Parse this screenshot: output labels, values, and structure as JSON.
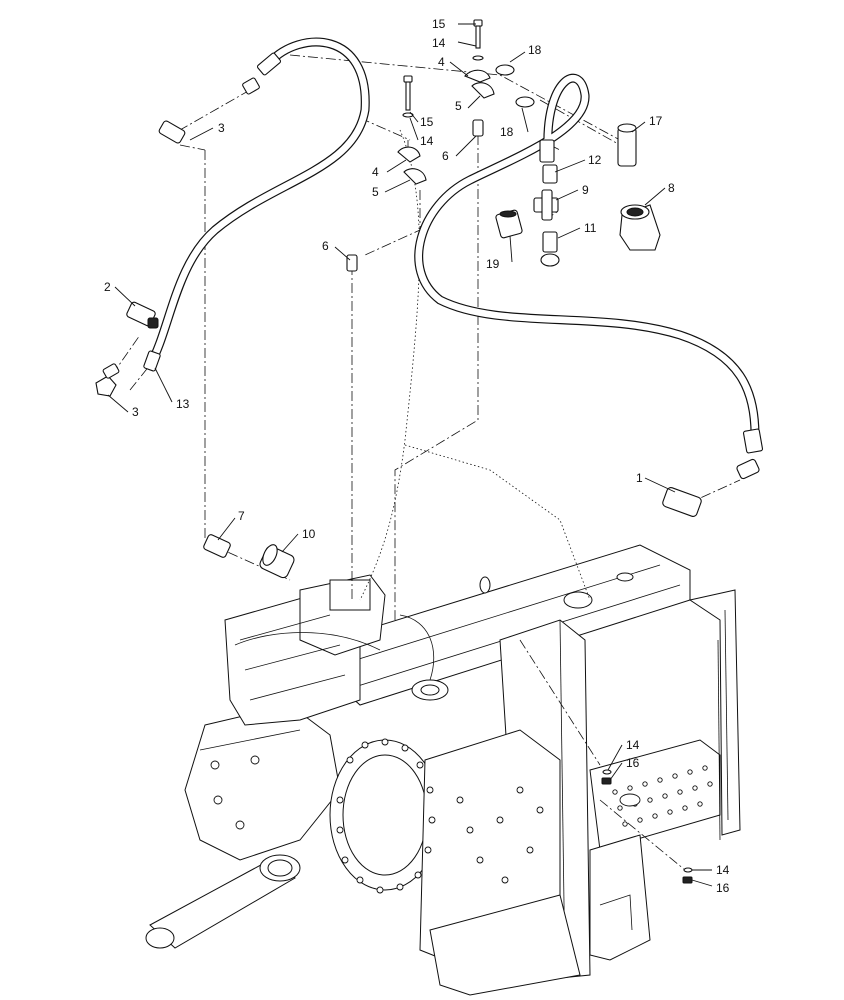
{
  "callouts": [
    {
      "id": "c15a",
      "label": "15"
    },
    {
      "id": "c14a",
      "label": "14"
    },
    {
      "id": "c18a",
      "label": "18"
    },
    {
      "id": "c4a",
      "label": "4"
    },
    {
      "id": "c5a",
      "label": "5"
    },
    {
      "id": "c18b",
      "label": "18"
    },
    {
      "id": "c17",
      "label": "17"
    },
    {
      "id": "c3a",
      "label": "3"
    },
    {
      "id": "c15b",
      "label": "15"
    },
    {
      "id": "c14b",
      "label": "14"
    },
    {
      "id": "c6a",
      "label": "6"
    },
    {
      "id": "c12",
      "label": "12"
    },
    {
      "id": "c4b",
      "label": "4"
    },
    {
      "id": "c5b",
      "label": "5"
    },
    {
      "id": "c9",
      "label": "9"
    },
    {
      "id": "c8",
      "label": "8"
    },
    {
      "id": "c11",
      "label": "11"
    },
    {
      "id": "c6b",
      "label": "6"
    },
    {
      "id": "c19",
      "label": "19"
    },
    {
      "id": "c2",
      "label": "2"
    },
    {
      "id": "c3b",
      "label": "3"
    },
    {
      "id": "c13",
      "label": "13"
    },
    {
      "id": "c1",
      "label": "1"
    },
    {
      "id": "c7",
      "label": "7"
    },
    {
      "id": "c10",
      "label": "10"
    },
    {
      "id": "c14c",
      "label": "14"
    },
    {
      "id": "c16a",
      "label": "16"
    },
    {
      "id": "c14d",
      "label": "14"
    },
    {
      "id": "c16b",
      "label": "16"
    }
  ]
}
